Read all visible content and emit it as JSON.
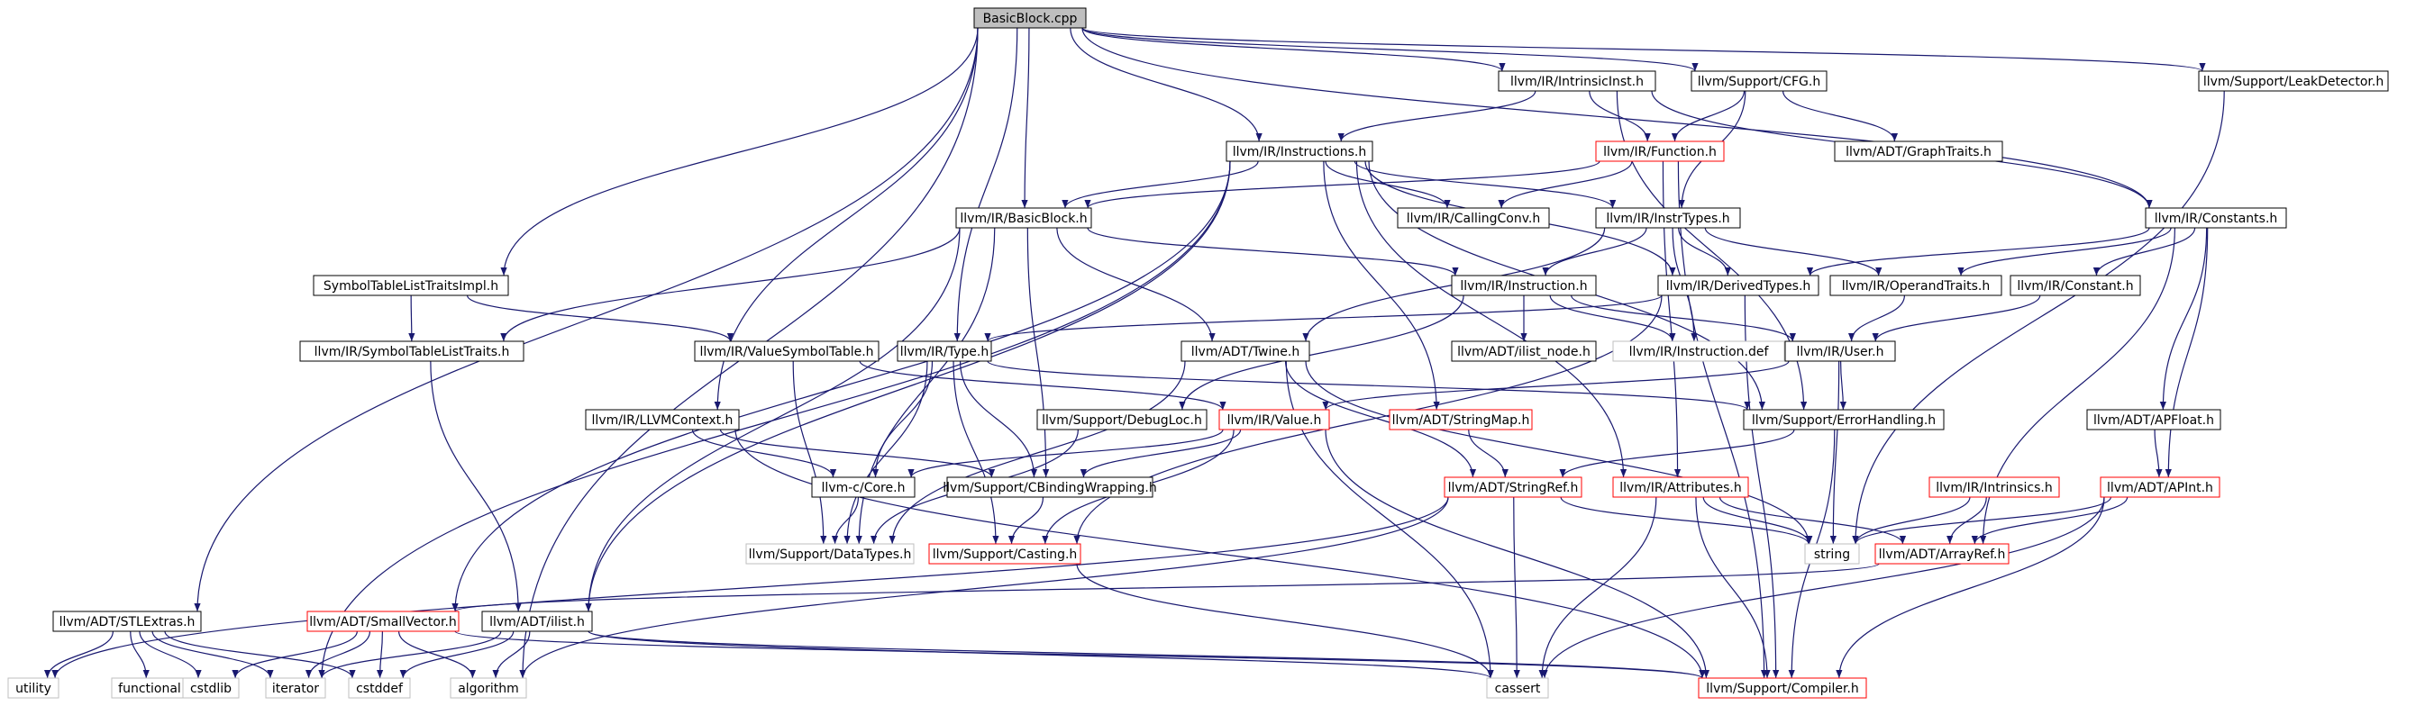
{
  "colors": {
    "edge": "#191970",
    "node_border_normal": "#000000",
    "node_border_incomplete": "#ff0000",
    "node_border_system": "#bfbfbf",
    "root_fill": "#bfbfbf",
    "node_fill": "#ffffff"
  },
  "nodes": [
    {
      "id": "bbcpp",
      "label": "BasicBlock.cpp",
      "kind": "root"
    },
    {
      "id": "stlextras",
      "label": "llvm/ADT/STLExtras.h",
      "kind": "normal"
    },
    {
      "id": "symtltimpl",
      "label": "SymbolTableListTraitsImpl.h",
      "kind": "normal"
    },
    {
      "id": "llvmctx",
      "label": "llvm/IR/LLVMContext.h",
      "kind": "normal"
    },
    {
      "id": "type",
      "label": "llvm/IR/Type.h",
      "kind": "normal"
    },
    {
      "id": "basicblock",
      "label": "llvm/IR/BasicBlock.h",
      "kind": "normal"
    },
    {
      "id": "instructions",
      "label": "llvm/IR/Instructions.h",
      "kind": "normal"
    },
    {
      "id": "intrinsicinst",
      "label": "llvm/IR/IntrinsicInst.h",
      "kind": "normal"
    },
    {
      "id": "cfg",
      "label": "llvm/Support/CFG.h",
      "kind": "normal"
    },
    {
      "id": "leakdetector",
      "label": "llvm/Support/LeakDetector.h",
      "kind": "normal"
    },
    {
      "id": "function",
      "label": "llvm/IR/Function.h",
      "kind": "incomplete"
    },
    {
      "id": "graphtraits",
      "label": "llvm/ADT/GraphTraits.h",
      "kind": "normal"
    },
    {
      "id": "callingconv",
      "label": "llvm/IR/CallingConv.h",
      "kind": "normal"
    },
    {
      "id": "instrtypes",
      "label": "llvm/IR/InstrTypes.h",
      "kind": "normal"
    },
    {
      "id": "constants",
      "label": "llvm/IR/Constants.h",
      "kind": "normal"
    },
    {
      "id": "symtlt",
      "label": "llvm/IR/SymbolTableListTraits.h",
      "kind": "normal"
    },
    {
      "id": "valuesymtab",
      "label": "llvm/IR/ValueSymbolTable.h",
      "kind": "normal"
    },
    {
      "id": "instruction",
      "label": "llvm/IR/Instruction.h",
      "kind": "normal"
    },
    {
      "id": "derivedtypes",
      "label": "llvm/IR/DerivedTypes.h",
      "kind": "normal"
    },
    {
      "id": "operandtraits",
      "label": "llvm/IR/OperandTraits.h",
      "kind": "normal"
    },
    {
      "id": "constant",
      "label": "llvm/IR/Constant.h",
      "kind": "normal"
    },
    {
      "id": "twine",
      "label": "llvm/ADT/Twine.h",
      "kind": "normal"
    },
    {
      "id": "listnode",
      "label": "llvm/ADT/ilist_node.h",
      "kind": "normal"
    },
    {
      "id": "instructiondef",
      "label": "llvm/IR/Instruction.def",
      "kind": "system"
    },
    {
      "id": "user",
      "label": "llvm/IR/User.h",
      "kind": "normal"
    },
    {
      "id": "debugloc",
      "label": "llvm/Support/DebugLoc.h",
      "kind": "normal"
    },
    {
      "id": "value",
      "label": "llvm/IR/Value.h",
      "kind": "incomplete"
    },
    {
      "id": "stringmap",
      "label": "llvm/ADT/StringMap.h",
      "kind": "incomplete"
    },
    {
      "id": "errorhandling",
      "label": "llvm/Support/ErrorHandling.h",
      "kind": "normal"
    },
    {
      "id": "apfloat",
      "label": "llvm/ADT/APFloat.h",
      "kind": "normal"
    },
    {
      "id": "ccore",
      "label": "llvm-c/Core.h",
      "kind": "normal"
    },
    {
      "id": "cbinding",
      "label": "llvm/Support/CBindingWrapping.h",
      "kind": "normal"
    },
    {
      "id": "stringref",
      "label": "llvm/ADT/StringRef.h",
      "kind": "incomplete"
    },
    {
      "id": "attributes",
      "label": "llvm/IR/Attributes.h",
      "kind": "incomplete"
    },
    {
      "id": "intrinsics",
      "label": "llvm/IR/Intrinsics.h",
      "kind": "incomplete"
    },
    {
      "id": "apint",
      "label": "llvm/ADT/APInt.h",
      "kind": "incomplete"
    },
    {
      "id": "datatypes",
      "label": "llvm/Support/DataTypes.h",
      "kind": "system"
    },
    {
      "id": "casting",
      "label": "llvm/Support/Casting.h",
      "kind": "incomplete"
    },
    {
      "id": "string",
      "label": "string",
      "kind": "system"
    },
    {
      "id": "arrayref",
      "label": "llvm/ADT/ArrayRef.h",
      "kind": "incomplete"
    },
    {
      "id": "smallvector",
      "label": "llvm/ADT/SmallVector.h",
      "kind": "incomplete"
    },
    {
      "id": "ilist",
      "label": "llvm/ADT/ilist.h",
      "kind": "normal"
    },
    {
      "id": "utility",
      "label": "utility",
      "kind": "system"
    },
    {
      "id": "functional",
      "label": "functional",
      "kind": "system"
    },
    {
      "id": "cstdlib",
      "label": "cstdlib",
      "kind": "system"
    },
    {
      "id": "iterator",
      "label": "iterator",
      "kind": "system"
    },
    {
      "id": "cstddef",
      "label": "cstddef",
      "kind": "system"
    },
    {
      "id": "algorithm",
      "label": "algorithm",
      "kind": "system"
    },
    {
      "id": "cassert",
      "label": "cassert",
      "kind": "system"
    },
    {
      "id": "compiler",
      "label": "llvm/Support/Compiler.h",
      "kind": "incomplete"
    }
  ],
  "edges": [
    [
      "bbcpp",
      "stlextras"
    ],
    [
      "bbcpp",
      "symtltimpl"
    ],
    [
      "bbcpp",
      "llvmctx"
    ],
    [
      "bbcpp",
      "type"
    ],
    [
      "bbcpp",
      "basicblock"
    ],
    [
      "bbcpp",
      "instructions"
    ],
    [
      "bbcpp",
      "intrinsicinst"
    ],
    [
      "bbcpp",
      "cfg"
    ],
    [
      "bbcpp",
      "leakdetector"
    ],
    [
      "bbcpp",
      "constants"
    ],
    [
      "bbcpp",
      "algorithm"
    ],
    [
      "intrinsicinst",
      "instructions"
    ],
    [
      "intrinsicinst",
      "function"
    ],
    [
      "intrinsicinst",
      "constants"
    ],
    [
      "intrinsicinst",
      "errorhandling"
    ],
    [
      "cfg",
      "function"
    ],
    [
      "cfg",
      "graphtraits"
    ],
    [
      "cfg",
      "instrtypes"
    ],
    [
      "leakdetector",
      "string"
    ],
    [
      "function",
      "basicblock"
    ],
    [
      "function",
      "callingconv"
    ],
    [
      "function",
      "attributes"
    ],
    [
      "function",
      "compiler"
    ],
    [
      "instructions",
      "basicblock"
    ],
    [
      "instructions",
      "callingconv"
    ],
    [
      "instructions",
      "instrtypes"
    ],
    [
      "instructions",
      "derivedtypes"
    ],
    [
      "instructions",
      "smallvector"
    ],
    [
      "instructions",
      "stringmap"
    ],
    [
      "instructions",
      "errorhandling"
    ],
    [
      "instructions",
      "iterator"
    ],
    [
      "instructions",
      "attributes"
    ],
    [
      "instructions",
      "ilist"
    ],
    [
      "basicblock",
      "instruction"
    ],
    [
      "basicblock",
      "twine"
    ],
    [
      "basicblock",
      "symtlt"
    ],
    [
      "basicblock",
      "ilist"
    ],
    [
      "basicblock",
      "cbinding"
    ],
    [
      "basicblock",
      "datatypes"
    ],
    [
      "symtltimpl",
      "symtlt"
    ],
    [
      "symtltimpl",
      "valuesymtab"
    ],
    [
      "symtlt",
      "ilist"
    ],
    [
      "valuesymtab",
      "value"
    ],
    [
      "valuesymtab",
      "datatypes"
    ],
    [
      "llvmctx",
      "ccore"
    ],
    [
      "llvmctx",
      "cbinding"
    ],
    [
      "llvmctx",
      "compiler"
    ],
    [
      "instrtypes",
      "instruction"
    ],
    [
      "instrtypes",
      "derivedtypes"
    ],
    [
      "instrtypes",
      "operandtraits"
    ],
    [
      "instrtypes",
      "twine"
    ],
    [
      "instrtypes",
      "instructiondef"
    ],
    [
      "constants",
      "derivedtypes"
    ],
    [
      "constants",
      "operandtraits"
    ],
    [
      "constants",
      "constant"
    ],
    [
      "constants",
      "apfloat"
    ],
    [
      "constants",
      "apint"
    ],
    [
      "constants",
      "arrayref"
    ],
    [
      "derivedtypes",
      "type"
    ],
    [
      "derivedtypes",
      "casting"
    ],
    [
      "derivedtypes",
      "compiler"
    ],
    [
      "operandtraits",
      "user"
    ],
    [
      "constant",
      "user"
    ],
    [
      "instruction",
      "user"
    ],
    [
      "instruction",
      "listnode"
    ],
    [
      "instruction",
      "debugloc"
    ],
    [
      "instruction",
      "instructiondef"
    ],
    [
      "user",
      "value"
    ],
    [
      "user",
      "errorhandling"
    ],
    [
      "user",
      "string"
    ],
    [
      "type",
      "ccore"
    ],
    [
      "type",
      "cbinding"
    ],
    [
      "type",
      "casting"
    ],
    [
      "type",
      "datatypes"
    ],
    [
      "type",
      "errorhandling"
    ],
    [
      "twine",
      "stringref"
    ],
    [
      "twine",
      "datatypes"
    ],
    [
      "twine",
      "string"
    ],
    [
      "twine",
      "cassert"
    ],
    [
      "value",
      "ccore"
    ],
    [
      "value",
      "cbinding"
    ],
    [
      "value",
      "casting"
    ],
    [
      "value",
      "compiler"
    ],
    [
      "debugloc",
      "datatypes"
    ],
    [
      "stringmap",
      "stringref"
    ],
    [
      "errorhandling",
      "stringref"
    ],
    [
      "errorhandling",
      "compiler"
    ],
    [
      "apfloat",
      "apint"
    ],
    [
      "ccore",
      "datatypes"
    ],
    [
      "cbinding",
      "casting"
    ],
    [
      "stringref",
      "string"
    ],
    [
      "stringref",
      "cassert"
    ],
    [
      "stringref",
      "utility"
    ],
    [
      "stringref",
      "algorithm"
    ],
    [
      "attributes",
      "arrayref"
    ],
    [
      "attributes",
      "string"
    ],
    [
      "attributes",
      "cassert"
    ],
    [
      "attributes",
      "compiler"
    ],
    [
      "intrinsics",
      "arrayref"
    ],
    [
      "intrinsics",
      "string"
    ],
    [
      "apint",
      "arrayref"
    ],
    [
      "apint",
      "compiler"
    ],
    [
      "apint",
      "cassert"
    ],
    [
      "apint",
      "string"
    ],
    [
      "casting",
      "cassert"
    ],
    [
      "arrayref",
      "smallvector"
    ],
    [
      "smallvector",
      "iterator"
    ],
    [
      "smallvector",
      "cstdlib"
    ],
    [
      "smallvector",
      "cstddef"
    ],
    [
      "smallvector",
      "compiler"
    ],
    [
      "smallvector",
      "algorithm"
    ],
    [
      "ilist",
      "iterator"
    ],
    [
      "ilist",
      "algorithm"
    ],
    [
      "ilist",
      "cstddef"
    ],
    [
      "ilist",
      "cassert"
    ],
    [
      "ilist",
      "compiler"
    ],
    [
      "stlextras",
      "utility"
    ],
    [
      "stlextras",
      "functional"
    ],
    [
      "stlextras",
      "iterator"
    ],
    [
      "stlextras",
      "cstdlib"
    ],
    [
      "stlextras",
      "cstddef"
    ]
  ]
}
